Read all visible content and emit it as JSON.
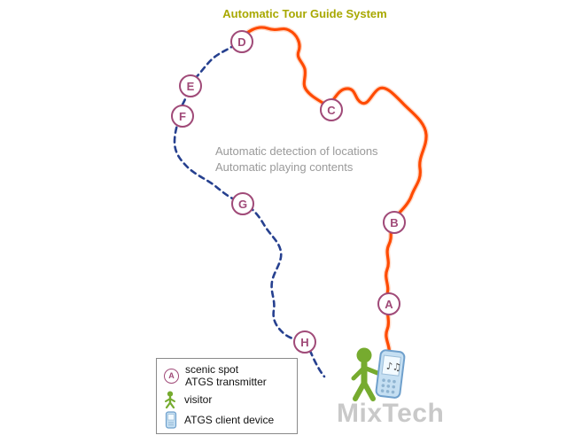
{
  "title": "Automatic Tour Guide System",
  "notes": {
    "line1": "Automatic detection of locations",
    "line2": "Automatic playing contents"
  },
  "spots": {
    "a": "A",
    "b": "B",
    "c": "C",
    "d": "D",
    "e": "E",
    "f": "F",
    "g": "G",
    "h": "H"
  },
  "legend": {
    "badge_letter": "A",
    "scenic_spot_line1": "scenic spot",
    "scenic_spot_line2": "ATGS transmitter",
    "visitor_label": "visitor",
    "device_label": "ATGS client device"
  },
  "watermark": "MixTech",
  "icons": {
    "transmitter": "letter-badge-icon",
    "visitor": "stick-figure-icon",
    "device": "mobile-phone-icon"
  },
  "colors": {
    "title_text": "#a8a800",
    "route_solid": "#ff4a00",
    "route_dashed": "#26408f",
    "spot_badge": "#a04a78",
    "note_text": "#9a9a9a",
    "watermark": "#c9c9c9",
    "figure_green": "#76ab2f",
    "device_blue": "#c5dff2"
  }
}
